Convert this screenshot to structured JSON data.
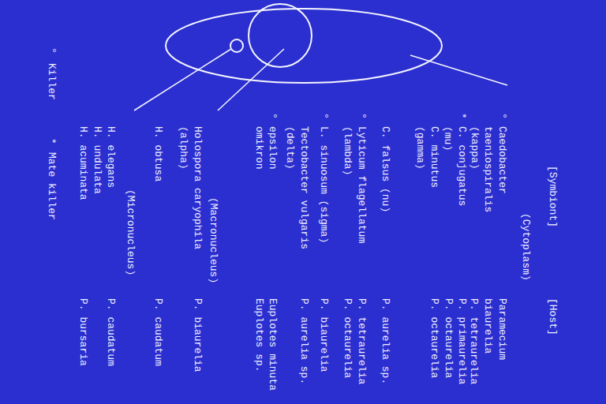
{
  "diagram": {
    "labels": [
      "[Symbiont]",
      "[Host]",
      "(Cytoplasm)",
      "°",
      "Caedobacter taeniospiralis (kappa)",
      "Paramecium biaurelia",
      "P. tetraurelia",
      "*",
      "C. conjugatus (mu)",
      "P. primaurelia",
      "P. octaurelia",
      "C. minutus (gamma)",
      "P. octaurelia",
      "C. falsus (nu)",
      "P. aurelia sp.",
      "°",
      "Lyticum flagellatum (lambda)",
      "P. tetraurelia",
      "P. octaurelia",
      "°",
      "L. sinuosum (sigma)",
      "P. biaurelia",
      "Tectobacter vulgaris (delta)",
      "P. aurelia sp.",
      "°",
      "epsilon",
      "Euplotes minuta",
      "omikron",
      "Euplotes sp.",
      "(Macronucleus)",
      "Holospora caryophila (alpha)",
      "P. biaurelia",
      "H. obtusa",
      "P. caudatum",
      "(Micronucleus)",
      "H. elegans",
      "P. caudatum",
      "H. undulata",
      "H. acuminata",
      "P. bursaria",
      "°",
      "Killer",
      "*",
      "Mate killer"
    ]
  }
}
